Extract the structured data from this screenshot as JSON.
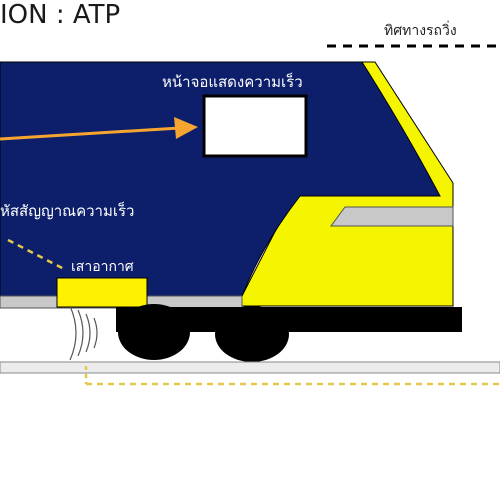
{
  "title": "ION : ATP",
  "direction_label": "ทิศทางรถวิ่ง",
  "labels": {
    "speed_display_screen": "หน้าจอแสดงความเร็ว",
    "speed_code_signal": "หัสสัญญาณความเร็ว",
    "antenna": "เสาอากาศ"
  },
  "colors": {
    "train_body": "#0d1f6b",
    "train_front": "#f5f500",
    "arrow": "#f7a531",
    "antenna_box": "#fff200",
    "rail": "#c8c8c8",
    "wheels": "#000000",
    "signal_dash": "#e6c84a"
  }
}
